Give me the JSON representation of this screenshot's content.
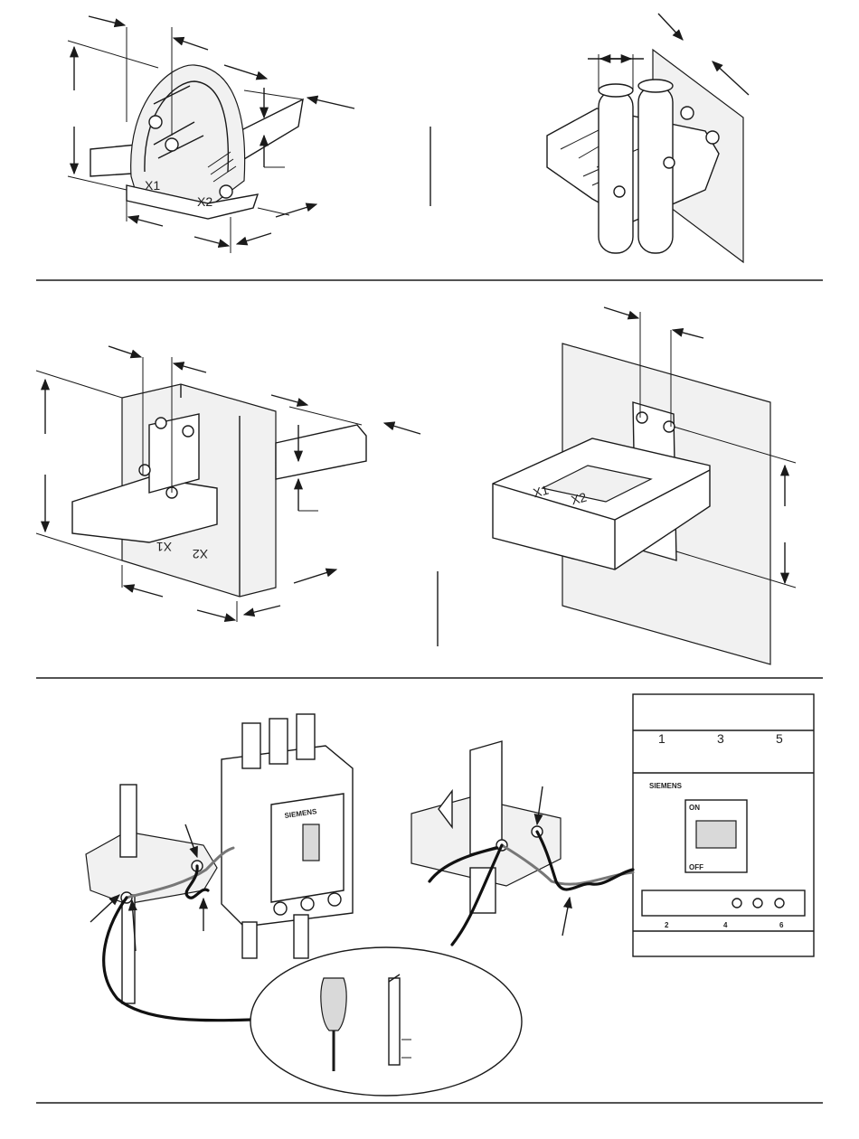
{
  "terminal_labels": {
    "x1": "X1",
    "x2": "X2"
  },
  "breaker_labels": {
    "brand": "SIEMENS",
    "top_terminals": [
      "1",
      "3",
      "5"
    ],
    "bottom_terminals": [
      "2",
      "4",
      "6"
    ],
    "on": "ON",
    "off": "OFF"
  },
  "colors": {
    "line": "#1a1a1a",
    "wire": "#111111",
    "wire_gray": "#777777"
  },
  "icons": [
    "screwdriver-icon",
    "hex-key-icon",
    "dimension-arrow-icon"
  ]
}
